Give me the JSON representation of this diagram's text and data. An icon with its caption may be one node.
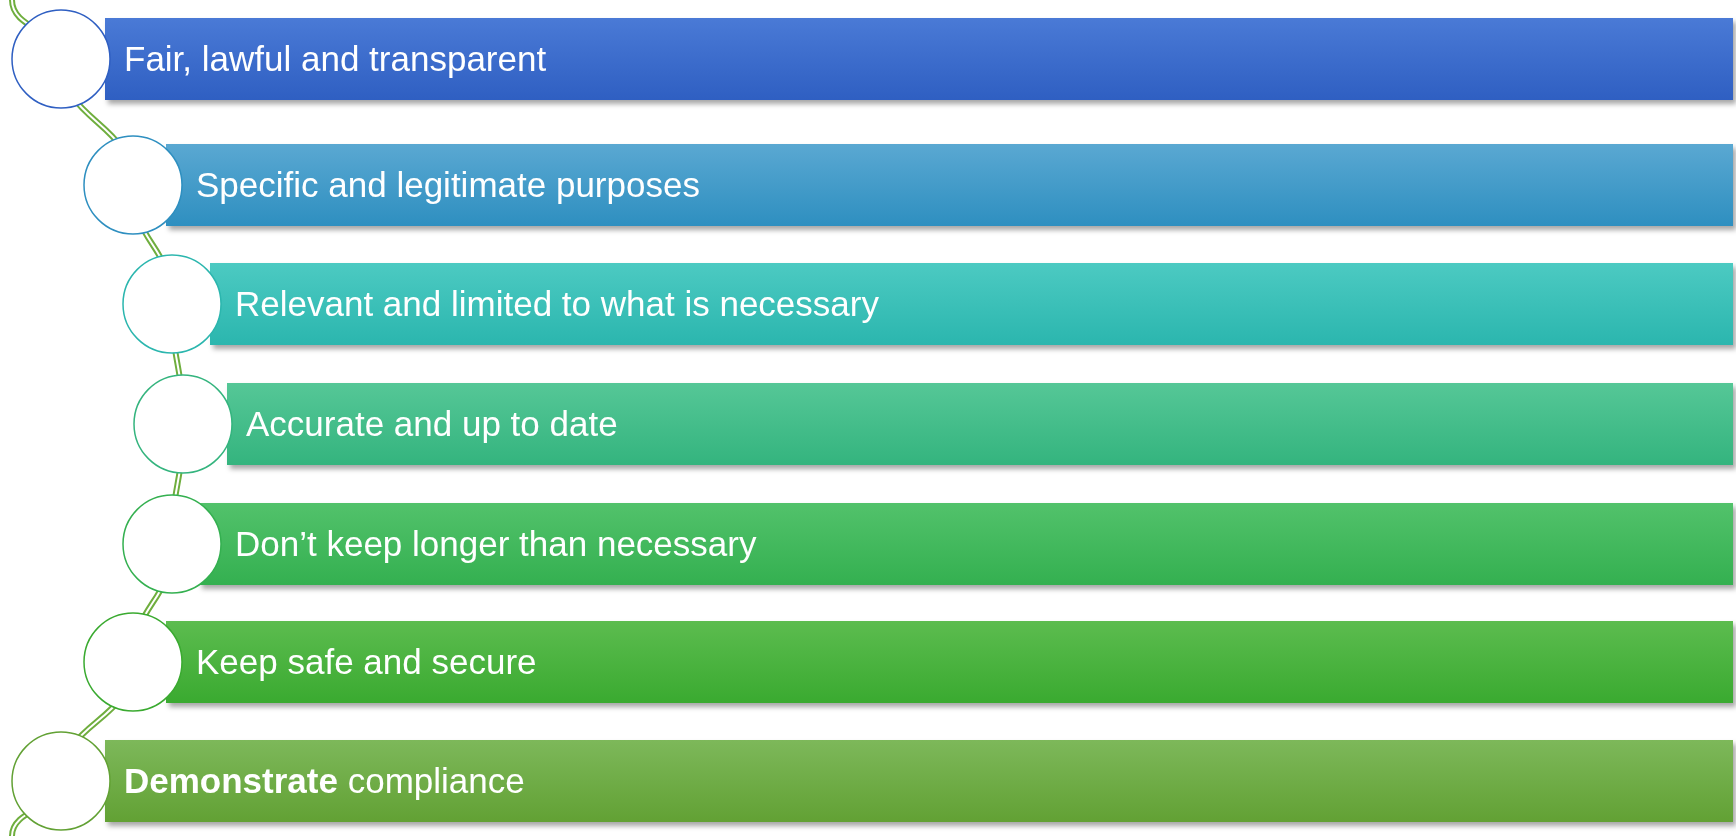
{
  "diagram": {
    "nodes": [
      {
        "text": [
          "Fair, lawful and transparent"
        ]
      },
      {
        "text": [
          "Specific and legitimate purposes"
        ]
      },
      {
        "text": [
          "Relevant and limited to what is necessary"
        ]
      },
      {
        "text": [
          "Accurate and up to date"
        ]
      },
      {
        "text": [
          "Don’t keep longer than necessary"
        ]
      },
      {
        "text": [
          "Keep safe and secure"
        ]
      },
      {
        "text": [
          "**Demonstrate** compliance"
        ]
      }
    ]
  }
}
